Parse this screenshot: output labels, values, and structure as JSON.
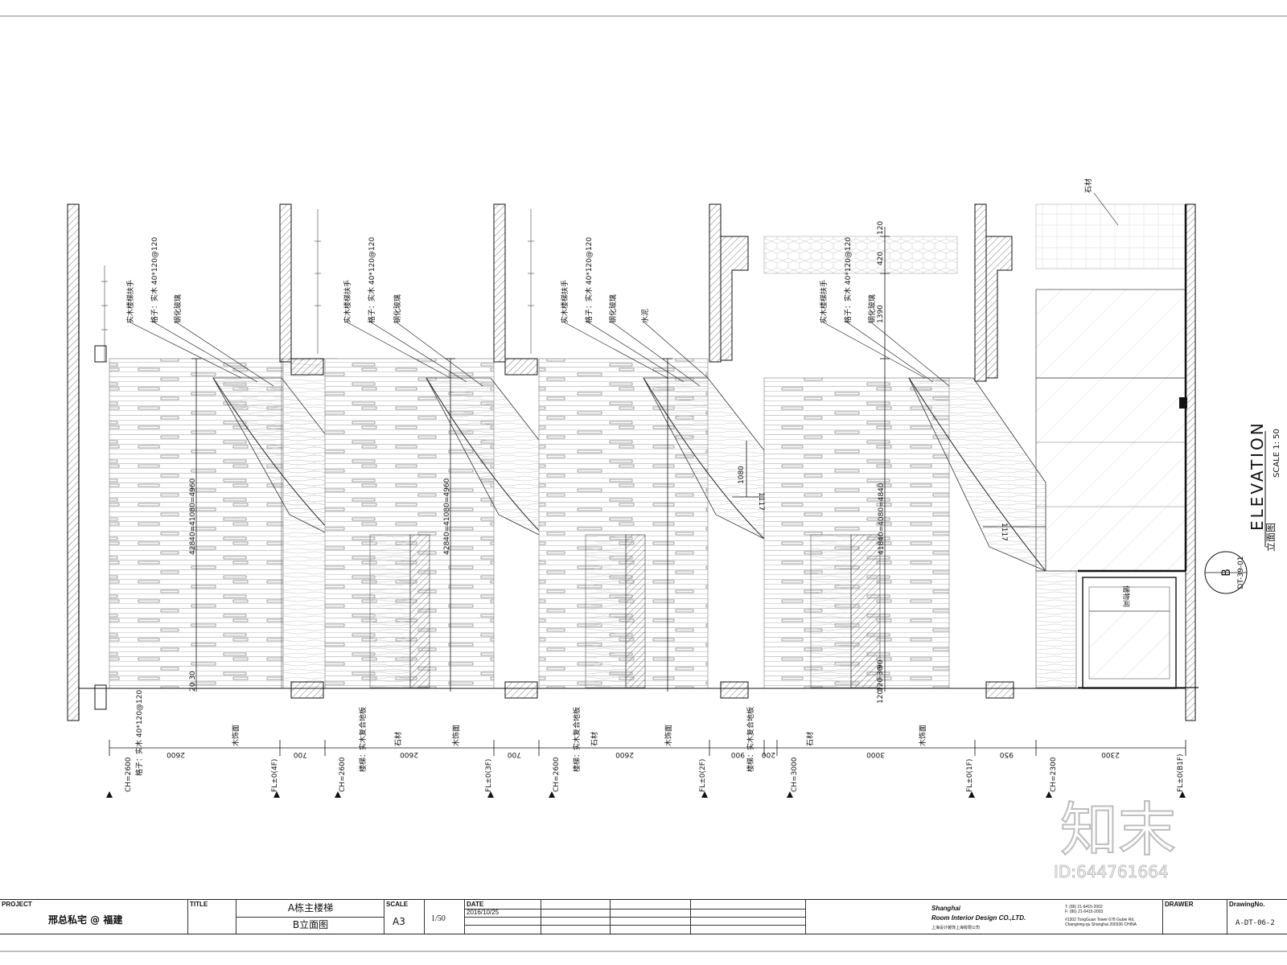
{
  "elevation": {
    "mark": "B",
    "ref": "DT-39-01",
    "title_en": "ELEVATION",
    "title_cn": "立面图",
    "scale": "SCALE 1: 50"
  },
  "labels": {
    "handrail": "实木楼梯扶手",
    "baluster": "格子：实木 40*120@120",
    "glass": "钢化玻璃",
    "cement": "水泥",
    "stone": "石材",
    "wood_face": "木饰面",
    "stair_floor": "楼梯：实木复合地板",
    "stone_top": "石材",
    "room": "储物间",
    "grid_label": "格子：实木 40*120@120"
  },
  "dimensions": {
    "riser_1": "42840=41080=4960",
    "riser_2": "42840=41080=4960",
    "riser_3": "41840=4080=4840",
    "d1080": "1080",
    "d1117a": "1117",
    "d1117b": "1117",
    "d1390": "1390",
    "d420": "420",
    "d120a": "120",
    "d120_30": "120 30",
    "d20_30": "20 30",
    "d90": "90",
    "d120b": "120"
  },
  "levels": [
    {
      "ch": "CH=2600",
      "fl": "FL±0(4F)"
    },
    {
      "ch": "CH=2600",
      "fl": "FL±0(3F)"
    },
    {
      "ch": "CH=2600",
      "fl": "FL±0(2F)"
    },
    {
      "ch": "CH=3000",
      "fl": "FL±0(1F)"
    },
    {
      "ch": "CH=2300",
      "fl": "FL±0(B1F)"
    }
  ],
  "bottom_dims": [
    "2600",
    "700",
    "2600",
    "700",
    "2600",
    "900",
    "200",
    "3000",
    "950",
    "2300"
  ],
  "titleblock": {
    "project_label": "PROJECT",
    "project_value": "邢总私宅 @ 福建",
    "title_label": "TITLE",
    "title_line1": "A栋主楼梯",
    "title_line2": "B立面图",
    "scale_label": "SCALE",
    "scale_paper": "A3",
    "scale_value": "1/50",
    "date_label": "DATE",
    "date_value": "2016/10/25",
    "company_city": "Shanghai",
    "company_name": "Room Interior Design CO.,LTD.",
    "company_cn": "上海设计装饰上海有限公司",
    "phone_t": "T: (86) 21-6415-2002",
    "phone_f": "F: (86) 21-6415-2003",
    "address_1": "#1302 TongGuan Tower 678 Gubei Rd.",
    "address_2": "Changning-qu Shanghai 200336 CHINA",
    "drawer_label": "DRAWER",
    "drawing_no_label": "DrawingNo.",
    "drawing_no": "A-DT-06-2"
  },
  "watermark": {
    "brand": "知末",
    "id": "ID:644761664"
  }
}
